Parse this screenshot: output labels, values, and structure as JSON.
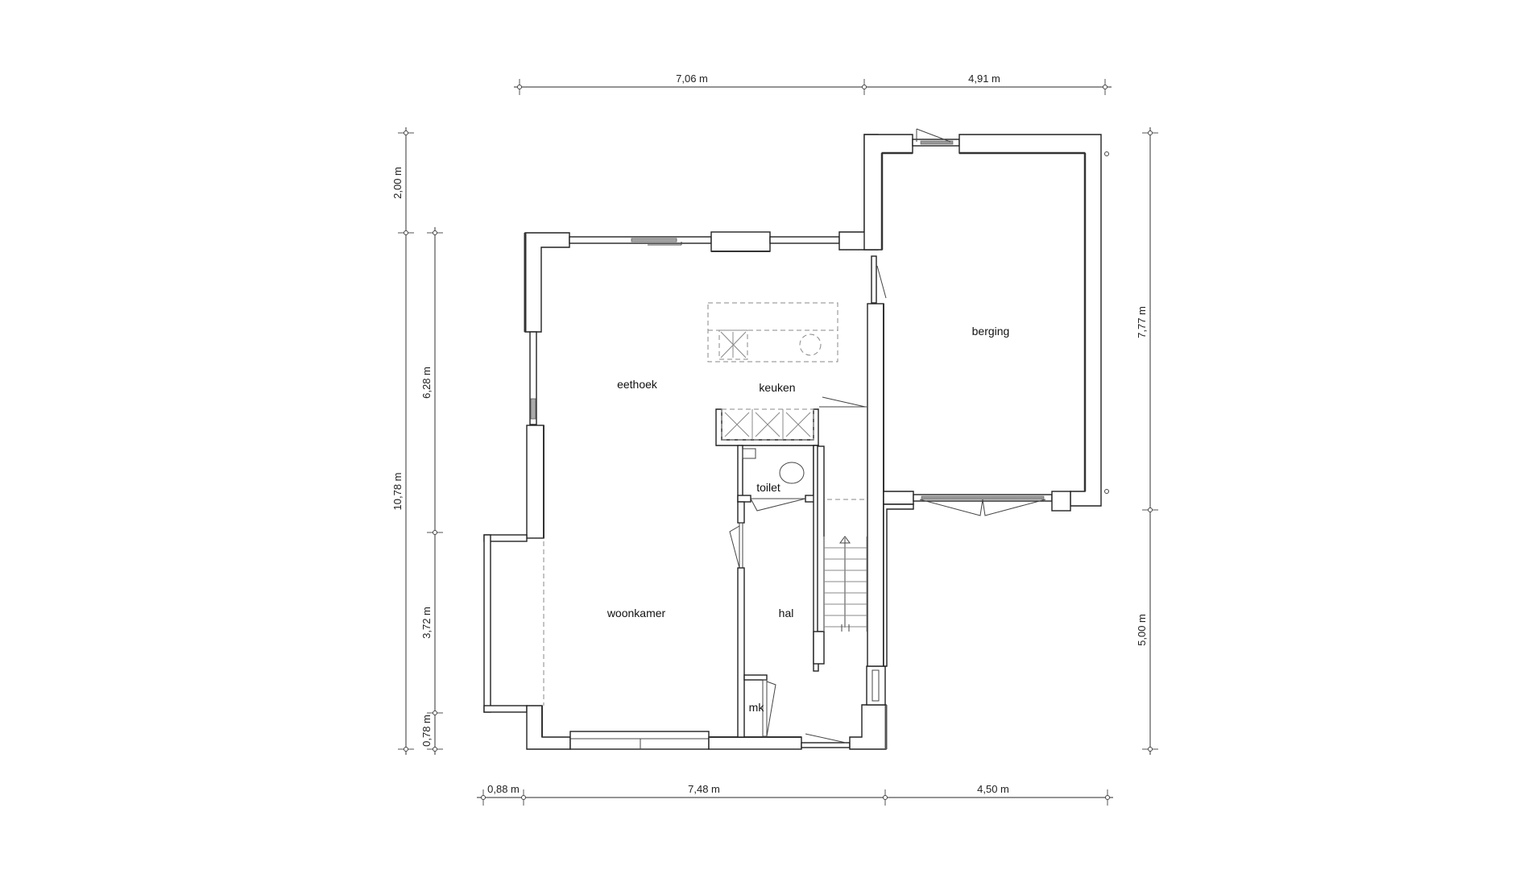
{
  "drawing": {
    "type": "floor-plan",
    "background": "#ffffff",
    "line_color": "#222222"
  },
  "dimensions": {
    "top": [
      "7,06 m",
      "4,91 m"
    ],
    "left_outer": [
      "2,00 m",
      "10,78 m"
    ],
    "left_inner": [
      "6,28 m",
      "3,72 m",
      "0,78 m"
    ],
    "right": [
      "7,77 m",
      "5,00 m"
    ],
    "bottom": [
      "0,88 m",
      "7,48 m",
      "4,50 m"
    ]
  },
  "rooms": {
    "eethoek": "eethoek",
    "keuken": "keuken",
    "berging": "berging",
    "toilet": "toilet",
    "woonkamer": "woonkamer",
    "hal": "hal",
    "mk": "mk"
  }
}
